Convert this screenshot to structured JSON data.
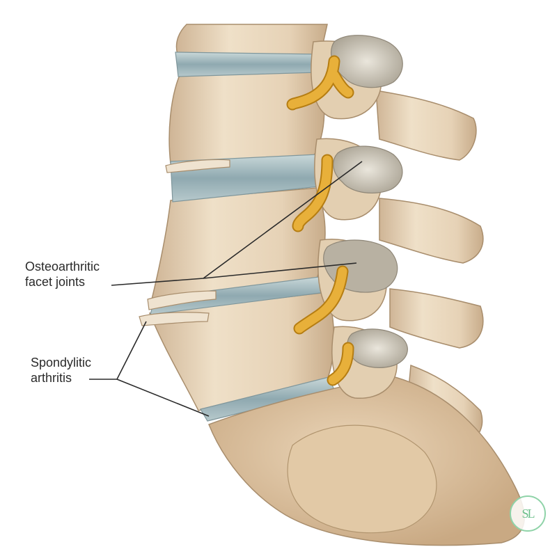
{
  "labels": {
    "osteoarthritic_line1": "Osteoarthritic",
    "osteoarthritic_line2": "facet joints",
    "spondylitic_line1": "Spondylitic",
    "spondylitic_line2": "arthritis"
  },
  "watermark": {
    "text": "SL"
  },
  "colors": {
    "bone": "#eddcc4",
    "bone_shadow": "#c9ad8c",
    "disc": "#9fb8bd",
    "nerve": "#e3a92a",
    "osteophyte": "#d8d2c4",
    "leader_line": "#2a2a2a"
  }
}
